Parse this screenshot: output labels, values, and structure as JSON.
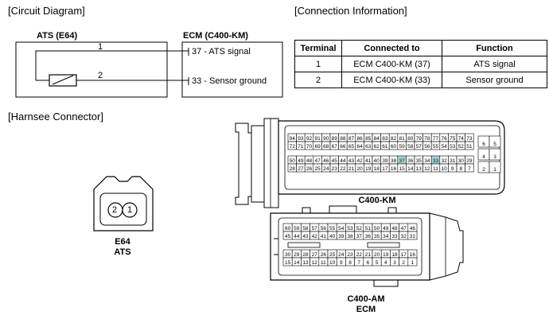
{
  "circuit": {
    "heading": "[Circuit Diagram]",
    "component_left": "ATS (E64)",
    "component_right": "ECM (C400-KM)",
    "wire1_label": "1",
    "wire2_label": "2",
    "pin37_label": "37 - ATS signal",
    "pin33_label": "33 - Sensor ground"
  },
  "connection_info": {
    "heading": "[Connection Information]",
    "headers": [
      "Terminal",
      "Connected to",
      "Function"
    ],
    "rows": [
      [
        "1",
        "ECM C400-KM (37)",
        "ATS signal"
      ],
      [
        "2",
        "ECM C400-KM (33)",
        "Sensor ground"
      ]
    ]
  },
  "harness": {
    "heading": "[Harnsee Connector]",
    "e64_pins": [
      "2",
      "1"
    ],
    "e64_label_line1": "E64",
    "e64_label_line2": "ATS",
    "c400km_label": "C400-KM",
    "c400am_label_line1": "C400-AM",
    "c400am_label_line2": "ECM",
    "highlight_pins": [
      "37",
      "33"
    ],
    "highlight_color": "#a9d8d8",
    "c400km_rows": [
      [
        "94",
        "93",
        "92",
        "91",
        "90",
        "89",
        "88",
        "87",
        "86",
        "85",
        "84",
        "83",
        "82",
        "81",
        "80",
        "79",
        "78",
        "77",
        "76",
        "75",
        "74",
        "73"
      ],
      [
        "72",
        "71",
        "70",
        "69",
        "68",
        "67",
        "66",
        "65",
        "64",
        "63",
        "62",
        "61",
        "60",
        "59",
        "58",
        "57",
        "56",
        "55",
        "54",
        "53",
        "52",
        "51"
      ],
      [
        "50",
        "49",
        "48",
        "47",
        "46",
        "45",
        "44",
        "43",
        "42",
        "41",
        "40",
        "39",
        "38",
        "37",
        "36",
        "35",
        "34",
        "33",
        "32",
        "31",
        "30",
        "29"
      ],
      [
        "28",
        "27",
        "26",
        "25",
        "24",
        "23",
        "22",
        "21",
        "20",
        "19",
        "18",
        "17",
        "16",
        "15",
        "14",
        "13",
        "12",
        "11",
        "10",
        "9",
        "8",
        "7"
      ]
    ],
    "c400km_side_pins": [
      [
        "6",
        "5"
      ],
      [
        "4",
        "3"
      ],
      [
        "2",
        "1"
      ]
    ],
    "c400am_rows": [
      [
        "60",
        "59",
        "58",
        "57",
        "56",
        "55",
        "54",
        "53",
        "52",
        "51",
        "50",
        "49",
        "48",
        "47",
        "46"
      ],
      [
        "45",
        "44",
        "43",
        "42",
        "41",
        "40",
        "39",
        "38",
        "37",
        "36",
        "35",
        "34",
        "33",
        "32",
        "31"
      ],
      [
        "30",
        "29",
        "28",
        "27",
        "26",
        "25",
        "24",
        "23",
        "22",
        "21",
        "20",
        "19",
        "18",
        "17",
        "16"
      ],
      [
        "15",
        "14",
        "13",
        "12",
        "11",
        "10",
        "9",
        "8",
        "7",
        "6",
        "5",
        "4",
        "3",
        "2",
        "1"
      ]
    ]
  }
}
